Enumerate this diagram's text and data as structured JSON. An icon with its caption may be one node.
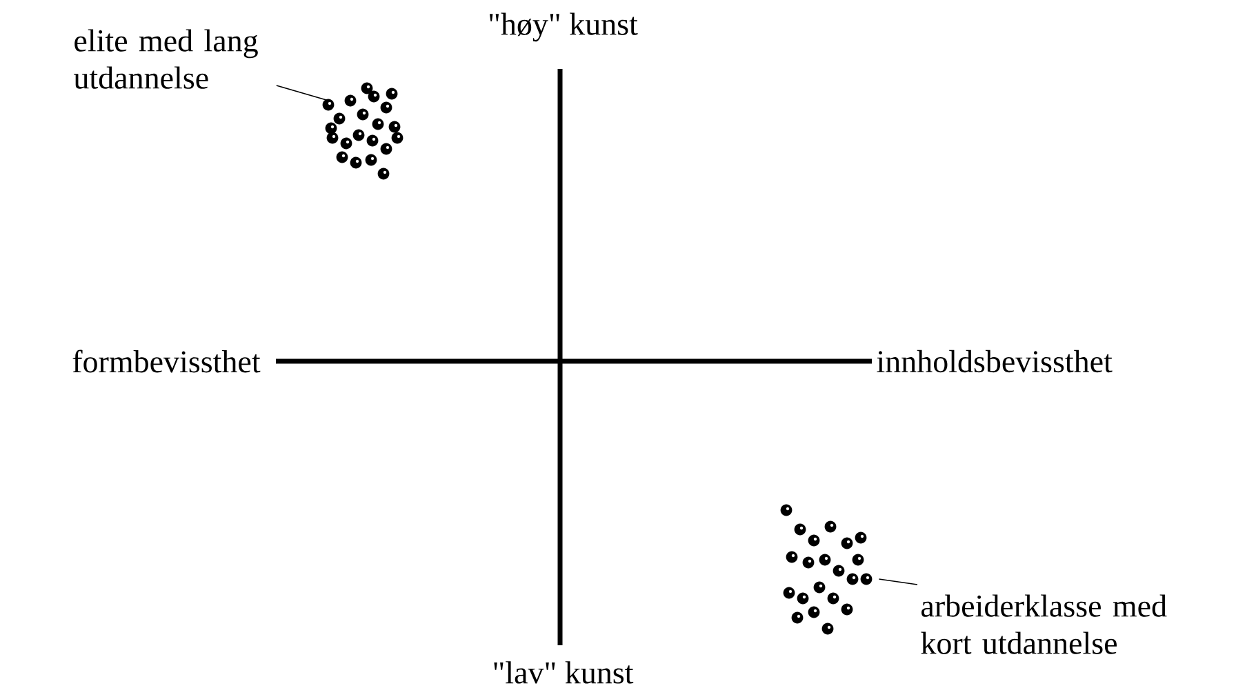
{
  "diagram": {
    "nodes": [
      {
        "text": [
          "elite med lang utdannelse"
        ]
      },
      {
        "text": [],
        "shape": "picture"
      },
      {
        "text": [],
        "shape": "picture"
      },
      {
        "text": [
          "arbeiderklasse med kort utdannelse"
        ]
      }
    ],
    "edges": [
      {
        "from": 0,
        "to": 1,
        "arrow": "none"
      },
      {
        "from": 3,
        "to": 2,
        "arrow": "none"
      }
    ],
    "labels": [
      "\"høy\" kunst",
      "formbevissthet",
      "innholdsbevissthet",
      "\"lav\" kunst"
    ]
  }
}
